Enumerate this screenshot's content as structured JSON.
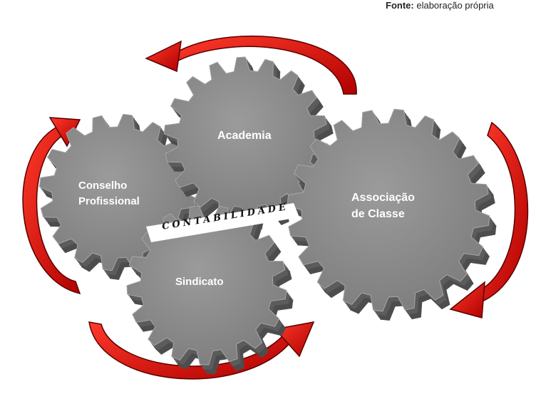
{
  "source": {
    "label": "Fonte:",
    "text": "elaboração própria"
  },
  "diagram": {
    "center_label": "CONTABILIDADE",
    "gears": [
      {
        "id": "academia",
        "label": [
          "Academia"
        ]
      },
      {
        "id": "conselho",
        "label": [
          "Conselho",
          "Profissional"
        ]
      },
      {
        "id": "sindicato",
        "label": [
          "Sindicato"
        ]
      },
      {
        "id": "associacao",
        "label": [
          "Associação",
          "de Classe"
        ]
      }
    ]
  },
  "colors": {
    "gear_face": "#8a8a8a",
    "gear_side": "#5c5c5c",
    "gear_light": "#a6a6a6",
    "arrow_fill": "#d01010",
    "arrow_stroke": "#5a0000",
    "label_text": "#ffffff",
    "center_text": "#111111"
  }
}
